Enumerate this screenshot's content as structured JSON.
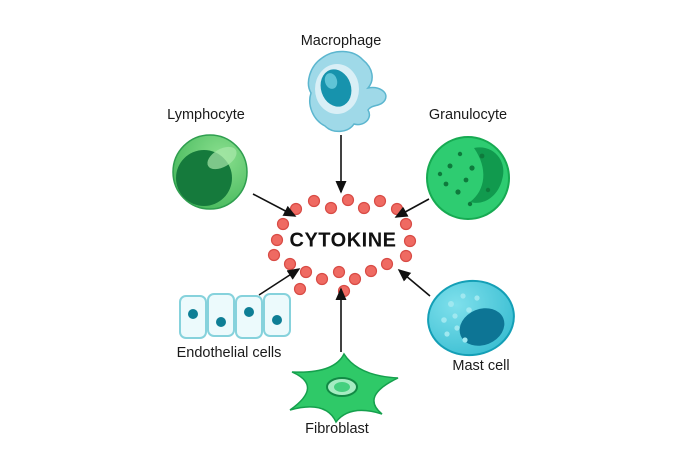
{
  "diagram": {
    "title": "CYTOKINE",
    "labels": {
      "macrophage": "Macrophage",
      "lymphocyte": "Lymphocyte",
      "granulocyte": "Granulocyte",
      "endothelial": "Endothelial cells",
      "mast": "Mast cell",
      "fibroblast": "Fibroblast"
    },
    "colors": {
      "cytokine_dot": "#ef6a62",
      "cytokine_dot_stroke": "#d84b45",
      "macrophage_body": "#9fd9e8",
      "macrophage_nucleus": "#1793ad",
      "lymphocyte_body": "#55c465",
      "lymphocyte_nucleus": "#157a3c",
      "granulocyte_body": "#2ecc71",
      "granulocyte_nucleus": "#119a4e",
      "endothelial_body": "#ecfafc",
      "endothelial_border": "#86d2dc",
      "endothelial_nucleus": "#0e7e95",
      "mast_body": "#35c4da",
      "mast_nucleus": "#0d7595",
      "fibroblast_body": "#2fc968",
      "arrow": "#111111",
      "label_text": "#1a1a1a"
    }
  }
}
